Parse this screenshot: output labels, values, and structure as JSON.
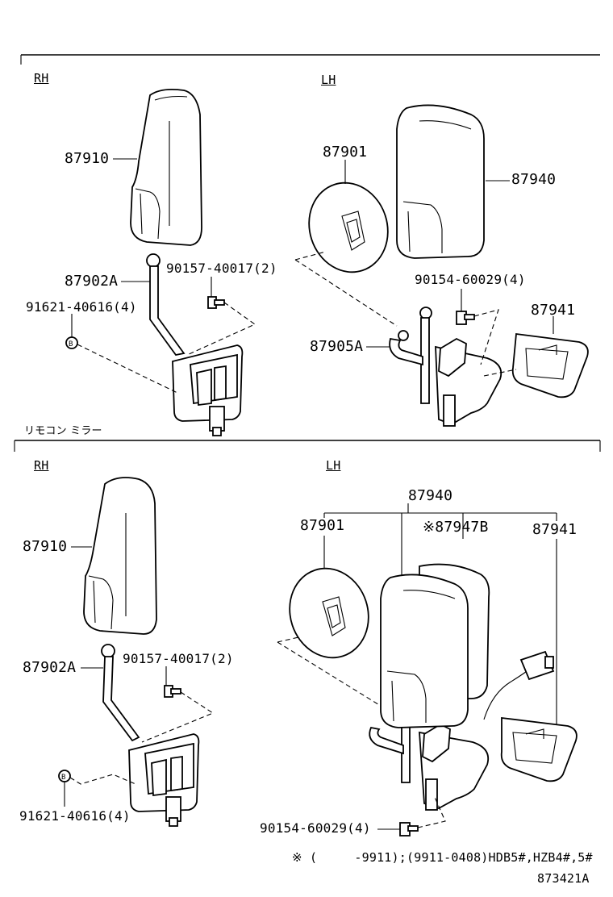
{
  "top": {
    "rh_label": "RH",
    "lh_label": "LH",
    "parts": {
      "p87910": "87910",
      "p87902a": "87902A",
      "p90157": "90157-40017(2)",
      "p91621": "91621-40616(4)",
      "p87901": "87901",
      "p87940": "87940",
      "p90154": "90154-60029(4)",
      "p87941": "87941",
      "p87905a": "87905A"
    },
    "bolt_marker": "B"
  },
  "divider_label": "リモコン ミラー",
  "bottom": {
    "rh_label": "RH",
    "lh_label": "LH",
    "parts": {
      "p87910": "87910",
      "p87902a": "87902A",
      "p90157": "90157-40017(2)",
      "p91621": "91621-40616(4)",
      "p87940": "87940",
      "p87901": "87901",
      "p87947b": "※87947B",
      "p87941": "87941",
      "p90154": "90154-60029(4)"
    },
    "bolt_marker": "B"
  },
  "footnote": "※ (     -9911);(9911-0408)HDB5#,HZB4#,5#",
  "diagram_id": "873421A"
}
